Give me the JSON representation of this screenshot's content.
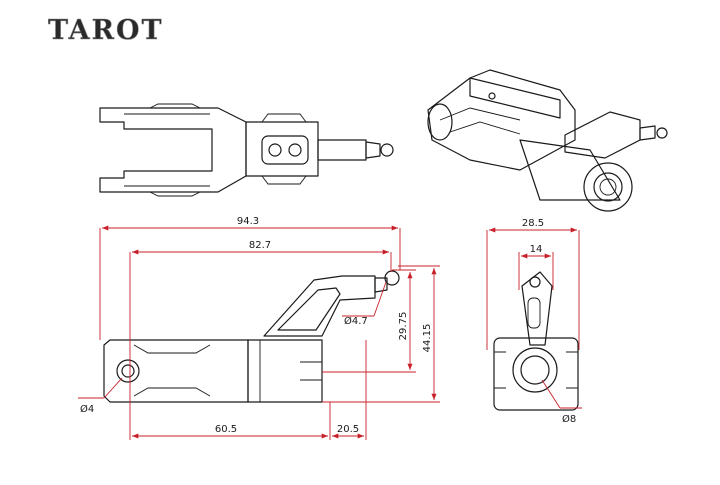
{
  "brand": {
    "logo": "TAROT"
  },
  "drawing": {
    "dimensions": {
      "overall_length": "94.3",
      "arm_length": "82.7",
      "body_length": "60.5",
      "offset_length": "20.5",
      "ball_diameter": "Ø4.7",
      "arm_height": "29.75",
      "total_height": "44.15",
      "hole_diameter": "Ø4",
      "width": "28.5",
      "arm_width": "14",
      "bore_diameter": "Ø8"
    }
  }
}
